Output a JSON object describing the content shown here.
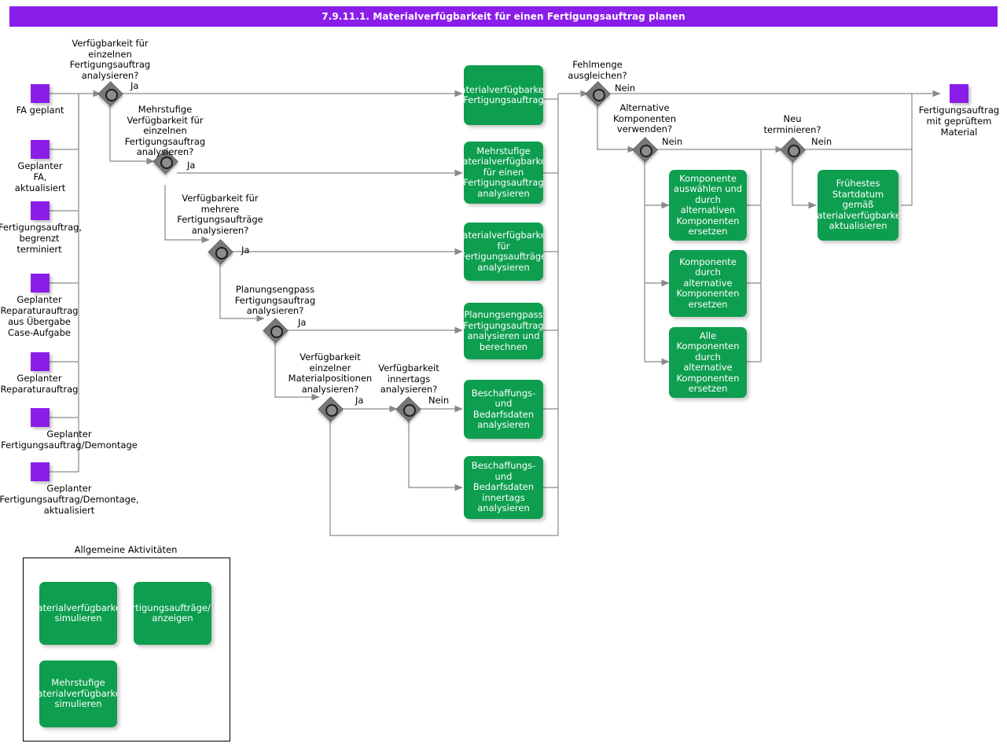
{
  "title": "7.9.11.1. Materialverfügbarkeit für einen Fertigungsauftrag planen",
  "start_events": [
    {
      "label": "FA geplant"
    },
    {
      "label": "Geplanter\nFA,\naktualisiert"
    },
    {
      "label": "Fertigungsauftrag,\nbegrenzt\nterminiert"
    },
    {
      "label": "Geplanter\nReparaturauftrag\naus Übergabe\nCase-Aufgabe"
    },
    {
      "label": "Geplanter\nReparaturauftrag"
    },
    {
      "label": "Geplanter\nFertigungsauftrag/Demontage"
    },
    {
      "label": "Geplanter\nFertigungsauftrag/Demontage,\naktualisiert"
    }
  ],
  "end_event": {
    "label": "Fertigungsauftrag\nmit geprüftem\nMaterial"
  },
  "gateways": [
    {
      "id": "gw1",
      "question": "Verfügbarkeit für\neinzelnen\nFertigungsauftrag\nanalysieren?",
      "out": "Ja"
    },
    {
      "id": "gw2",
      "question": "Mehrstufige\nVerfügbarkeit für\neinzelnen\nFertigungsauftrag\nanalysieren?",
      "out": "Ja"
    },
    {
      "id": "gw3",
      "question": "Verfügbarkeit für\nmehrere\nFertigungsaufträge\nanalysieren?",
      "out": "Ja"
    },
    {
      "id": "gw4",
      "question": "Planungsengpass\nFertigungsauftrag\nanalysieren?",
      "out": "Ja"
    },
    {
      "id": "gw5",
      "question": "Verfügbarkeit\neinzelner\nMaterialpositionen\nanalysieren?",
      "out": "Ja"
    },
    {
      "id": "gw6",
      "question": "Verfügbarkeit\ninnertags\nanalysieren?",
      "out": "Nein"
    },
    {
      "id": "gw7",
      "question": "Fehlmenge\nausgleichen?",
      "out": "Nein"
    },
    {
      "id": "gw8",
      "question": "Alternative\nKomponenten\nverwenden?",
      "out": "Nein"
    },
    {
      "id": "gw9",
      "question": "Neu\nterminieren?",
      "out": "Nein"
    }
  ],
  "tasks": [
    {
      "id": "t1",
      "label": "Materialverfügbarkeitsprüfung\nFertigungsauftrag"
    },
    {
      "id": "t2",
      "label": "Mehrstufige\nMaterialverfügbarkeit\nfür einen\nFertigungsauftrag\nanalysieren"
    },
    {
      "id": "t3",
      "label": "Materialverfügbarkeit\nfür\nFertigungsaufträge\nanalysieren"
    },
    {
      "id": "t4",
      "label": "Planungsengpass\nFertigungsauftrag\nanalysieren und\nberechnen"
    },
    {
      "id": "t5",
      "label": "Beschaffungs-\nund\nBedarfsdaten\nanalysieren"
    },
    {
      "id": "t6",
      "label": "Beschaffungs-\nund\nBedarfsdaten\ninnertags\nanalysieren"
    },
    {
      "id": "t7",
      "label": "Komponente\nauswählen und\ndurch\nalternativen\nKomponenten\nersetzen"
    },
    {
      "id": "t8",
      "label": "Komponente\ndurch\nalternative\nKomponenten\nersetzen"
    },
    {
      "id": "t9",
      "label": "Alle\nKomponenten\ndurch\nalternative\nKomponenten\nersetzen"
    },
    {
      "id": "t10",
      "label": "Frühestes\nStartdatum\ngemäß\nMaterialverfügbarkeit\naktualisieren"
    }
  ],
  "group": {
    "title": "Allgemeine Aktivitäten",
    "tasks": [
      {
        "id": "g1",
        "label": "Materialverfügbarkeit\nsimulieren"
      },
      {
        "id": "g2",
        "label": "Fertigungsaufträge/Materialreservierungen\nanzeigen"
      },
      {
        "id": "g3",
        "label": "Mehrstufige\nMaterialverfügbarkeit\nsimulieren"
      }
    ]
  },
  "colors": {
    "title_bar": "#8A1EE8",
    "event": "#8A1EE8",
    "task": "#0E9E4F",
    "gateway": "#787878",
    "edge": "#8a8a8a"
  }
}
